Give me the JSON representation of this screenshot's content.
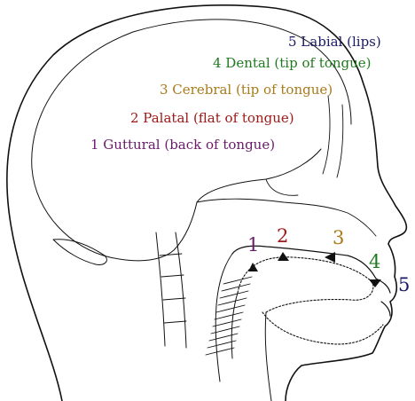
{
  "labels": [
    {
      "id": "labial",
      "text": "5 Labial (lips)",
      "color": "#1a1a66"
    },
    {
      "id": "dental",
      "text": "4 Dental (tip of tongue)",
      "color": "#1f7a1f"
    },
    {
      "id": "cerebral",
      "text": "3 Cerebral (tip of tongue)",
      "color": "#a87a1a"
    },
    {
      "id": "palatal",
      "text": "2 Palatal (flat of tongue)",
      "color": "#a01818"
    },
    {
      "id": "guttural",
      "text": "1 Guttural (back of tongue)",
      "color": "#6a1a6a"
    }
  ],
  "markers": [
    {
      "id": "guttural",
      "text": "1",
      "color": "#6a1a6a"
    },
    {
      "id": "palatal",
      "text": "2",
      "color": "#a01818"
    },
    {
      "id": "cerebral",
      "text": "3",
      "color": "#a87a1a"
    },
    {
      "id": "dental",
      "text": "4",
      "color": "#1f7a1f"
    },
    {
      "id": "labial",
      "text": "5",
      "color": "#1a1a66"
    }
  ]
}
